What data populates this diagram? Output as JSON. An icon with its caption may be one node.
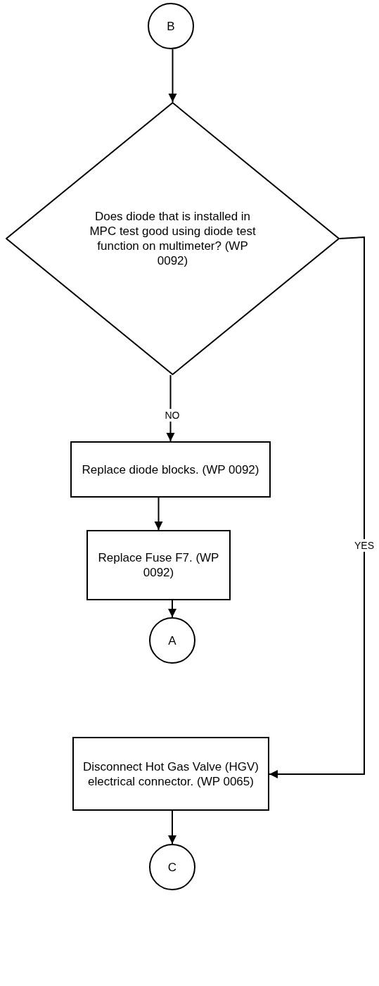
{
  "diagram": {
    "nodes": [
      {
        "text": [
          "B"
        ]
      },
      {
        "text": [
          "Does diode that is installed in MPC test good using diode test function on multimeter? (WP 0092)"
        ]
      },
      {
        "text": [
          "Replace diode blocks. (WP 0092)"
        ]
      },
      {
        "text": [
          "Replace Fuse F7. (WP 0092)"
        ]
      },
      {
        "text": [
          "A"
        ]
      },
      {
        "text": [
          "Disconnect Hot Gas Valve (HGV) electrical connector. (WP 0065)"
        ]
      },
      {
        "text": [
          "C"
        ]
      }
    ],
    "edges": [
      {
        "from": 0,
        "to": 1,
        "arrow": "to"
      },
      {
        "from": 1,
        "to": 2,
        "arrow": "to",
        "label": "NO"
      },
      {
        "from": 1,
        "to": 5,
        "arrow": "to",
        "label": "YES"
      },
      {
        "from": 2,
        "to": 3,
        "arrow": "to"
      },
      {
        "from": 3,
        "to": 4,
        "arrow": "to"
      },
      {
        "from": 5,
        "to": 6,
        "arrow": "to"
      }
    ]
  }
}
